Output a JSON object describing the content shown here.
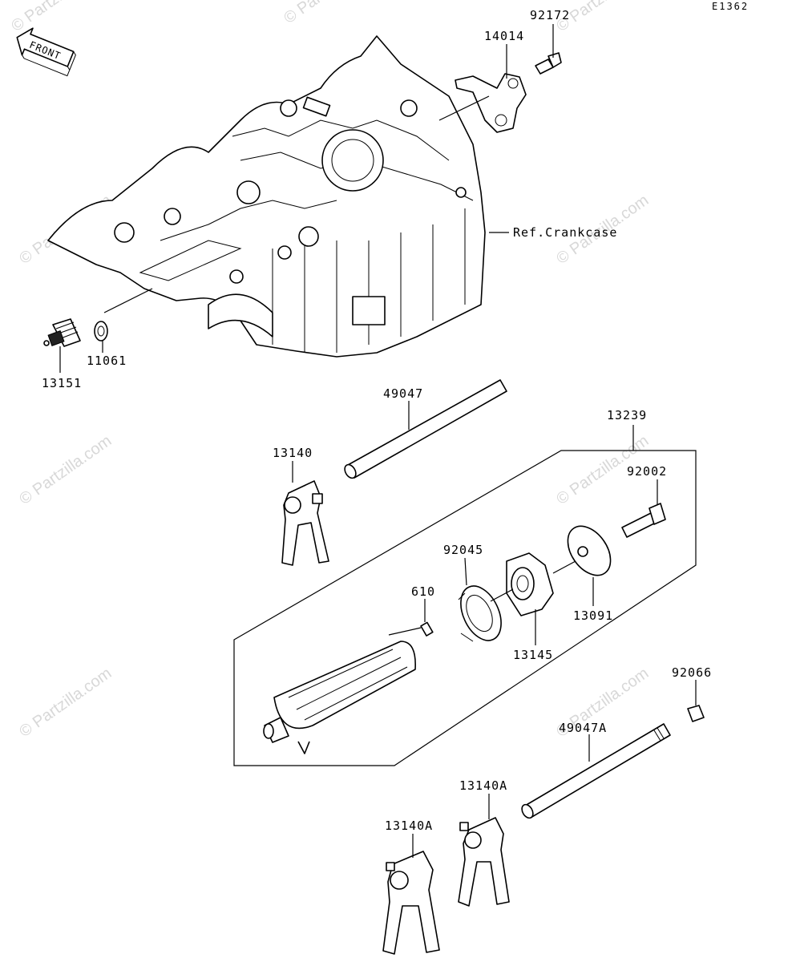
{
  "diagram": {
    "code": "E1362",
    "front_label": "FRONT",
    "ref_label": "Ref.Crankcase",
    "watermark_text": "© Partzilla.com",
    "parts": [
      {
        "id": "p-92172",
        "number": "92172"
      },
      {
        "id": "p-14014",
        "number": "14014"
      },
      {
        "id": "p-13151",
        "number": "13151"
      },
      {
        "id": "p-11061",
        "number": "11061"
      },
      {
        "id": "p-49047",
        "number": "49047"
      },
      {
        "id": "p-13239",
        "number": "13239"
      },
      {
        "id": "p-13140",
        "number": "13140"
      },
      {
        "id": "p-92002",
        "number": "92002"
      },
      {
        "id": "p-92045",
        "number": "92045"
      },
      {
        "id": "p-610",
        "number": "610"
      },
      {
        "id": "p-13091",
        "number": "13091"
      },
      {
        "id": "p-13145",
        "number": "13145"
      },
      {
        "id": "p-92066",
        "number": "92066"
      },
      {
        "id": "p-49047A",
        "number": "49047A"
      },
      {
        "id": "p-13140A-right",
        "number": "13140A"
      },
      {
        "id": "p-13140A-left",
        "number": "13140A"
      }
    ]
  }
}
